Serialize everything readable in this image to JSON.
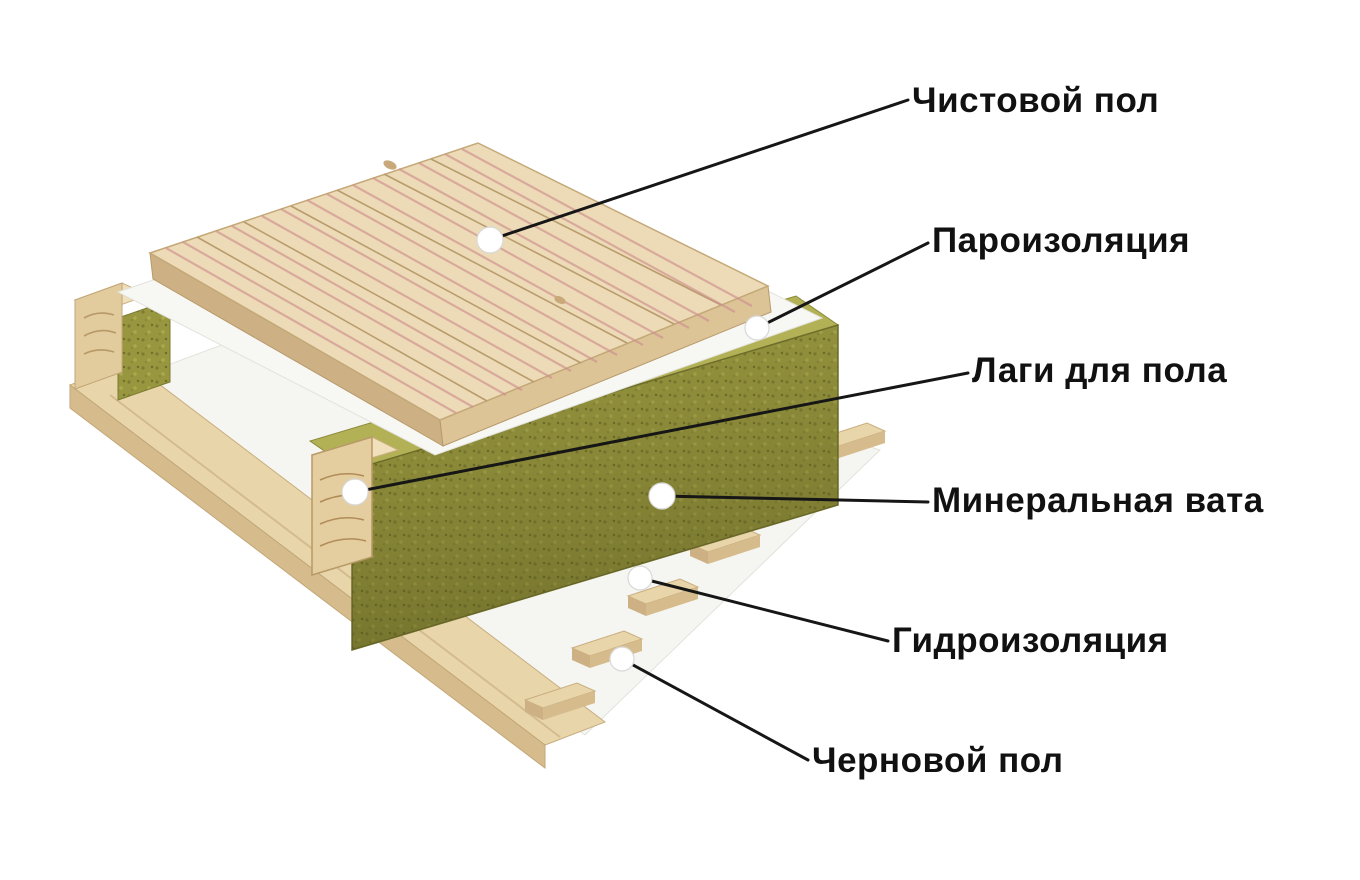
{
  "diagram": {
    "type": "exploded-floor-construction",
    "language": "ru",
    "labels": [
      {
        "id": "finished-floor",
        "text": "Чистовой пол"
      },
      {
        "id": "vapor-barrier",
        "text": "Пароизоляция"
      },
      {
        "id": "floor-joists",
        "text": "Лаги для пола"
      },
      {
        "id": "mineral-wool",
        "text": "Минеральная вата"
      },
      {
        "id": "waterproofing",
        "text": "Гидроизоляция"
      },
      {
        "id": "subfloor",
        "text": "Черновой пол"
      }
    ],
    "colors": {
      "background": "#ffffff",
      "wood_light": "#ecdbb6",
      "wood_mid": "#dcc497",
      "wood_dark": "#cdb084",
      "plank_stripe": "#cf8f8f",
      "wool": "#98973f",
      "wool_dark": "#6f6e2c",
      "membrane_white": "#f5f5f2",
      "callout_line": "#161616",
      "label_text": "#111111"
    }
  }
}
